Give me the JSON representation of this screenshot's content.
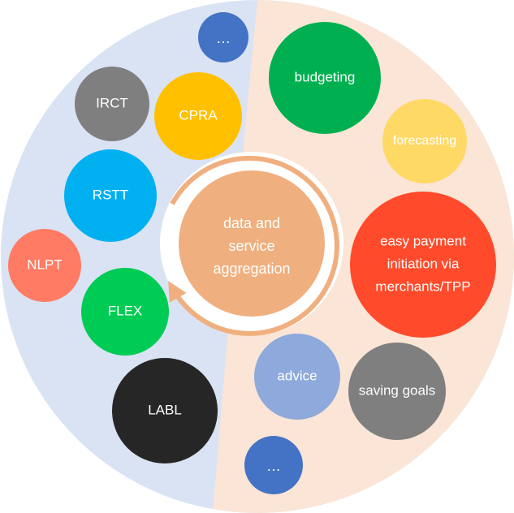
{
  "center": {
    "lines": [
      "data and",
      "service",
      "aggregation"
    ],
    "fill": "#F0AF7E",
    "ring_color": "#F0AF7E"
  },
  "background": {
    "left_color": "#DAE3F3",
    "right_color": "#FBE5D6"
  },
  "left_nodes": [
    {
      "label": "…",
      "color": "#4472C4"
    },
    {
      "label": "IRCT",
      "color": "#7F7F7F"
    },
    {
      "label": "CPRA",
      "color": "#FFC000"
    },
    {
      "label": "RSTT",
      "color": "#00B0F0"
    },
    {
      "label": "NLPT",
      "color": "#FF7B63"
    },
    {
      "label": "FLEX",
      "color": "#00CC55"
    },
    {
      "label": "LABL",
      "color": "#262626"
    }
  ],
  "right_nodes": [
    {
      "label": "budgeting",
      "color": "#00B050"
    },
    {
      "label": "forecasting",
      "color": "#FFD966"
    },
    {
      "label": "easy payment initiation via merchants/TPP",
      "lines": [
        "easy payment",
        "initiation via",
        "merchants/TPP"
      ],
      "color": "#FF4B2B"
    },
    {
      "label": "advice",
      "color": "#8EA9DB"
    },
    {
      "label": "saving goals",
      "color": "#7F7F7F"
    },
    {
      "label": "…",
      "color": "#4472C4"
    }
  ]
}
